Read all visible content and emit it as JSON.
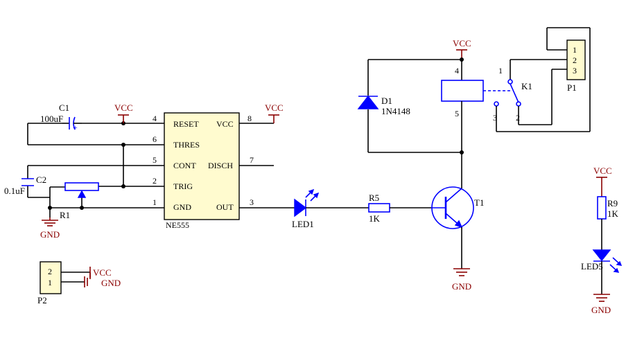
{
  "ic": {
    "ref": "NE555",
    "pins": {
      "reset": "RESET",
      "vcc": "VCC",
      "thres": "THRES",
      "cont": "CONT",
      "disch": "DISCH",
      "trig": "TRIG",
      "gnd": "GND",
      "out": "OUT"
    },
    "pin_numbers": {
      "p4": "4",
      "p8": "8",
      "p6": "6",
      "p5": "5",
      "p7": "7",
      "p2": "2",
      "p1": "1",
      "p3": "3"
    }
  },
  "components": {
    "c1_ref": "C1",
    "c1_val": "100uF",
    "c1_plus": "+",
    "c2_ref": "C2",
    "c2_val": "0.1uF",
    "r1_ref": "R1",
    "r5_ref": "R5",
    "r5_val": "1K",
    "r9_ref": "R9",
    "r9_val": "1K",
    "led1_ref": "LED1",
    "led5_ref": "LED5",
    "d1_ref": "D1",
    "d1_val": "1N4148",
    "t1_ref": "T1",
    "k1_ref": "K1",
    "relay_pin4": "4",
    "relay_pin5": "5",
    "sw_pin1": "1",
    "sw_pin2": "2",
    "sw_pin3": "3",
    "p1_ref": "P1",
    "p1_pins": [
      "1",
      "2",
      "3"
    ],
    "p2_ref": "P2",
    "p2_pins": [
      "2",
      "1"
    ]
  },
  "nets": {
    "vcc": "VCC",
    "gnd": "GND",
    "p2_vcc": "VCC",
    "p2_gnd": "GND"
  },
  "colors": {
    "wire": "#000000",
    "component": "#0000ff",
    "power": "#8b0000",
    "ic_fill": "#fffbcf"
  }
}
